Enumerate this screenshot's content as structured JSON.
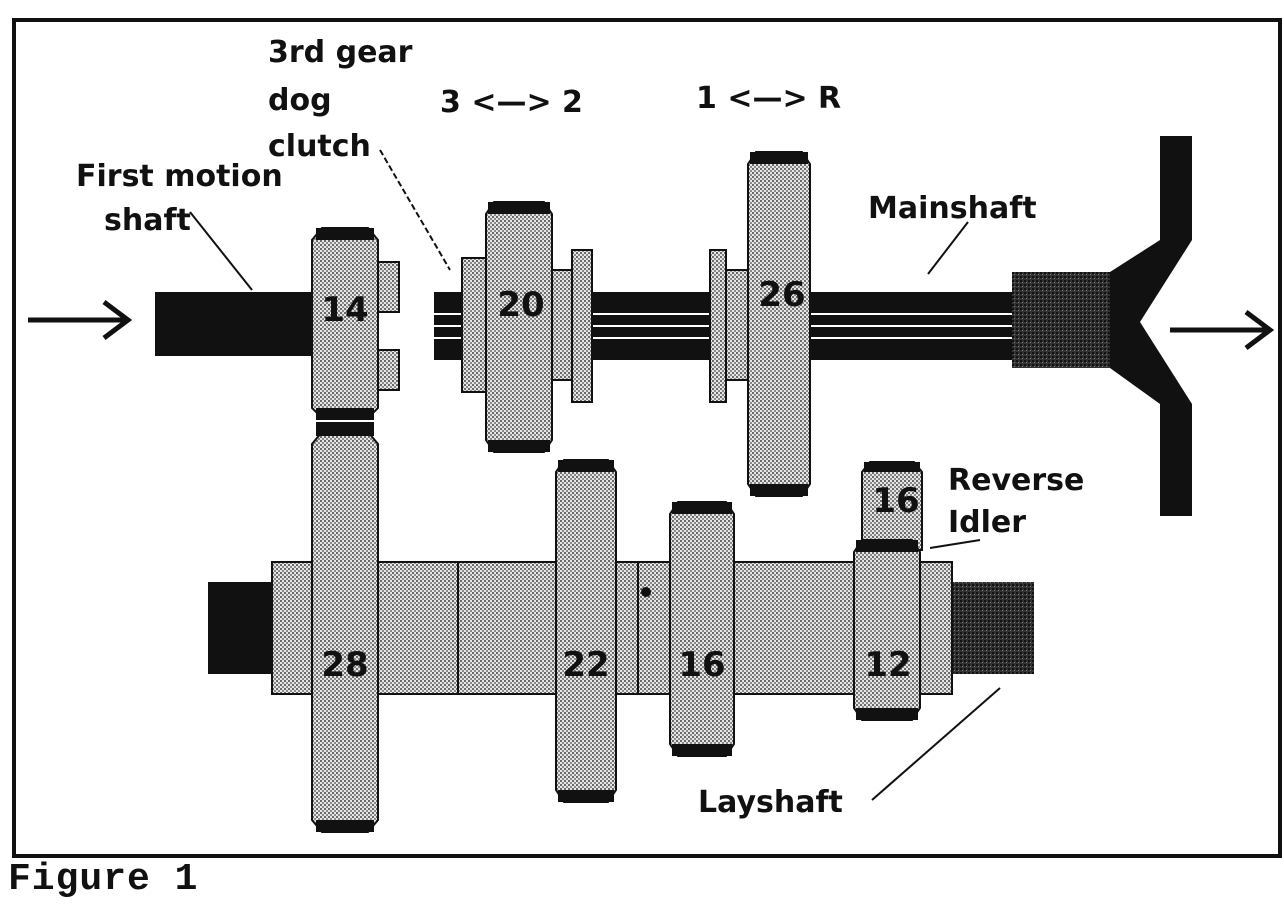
{
  "labels": {
    "third_gear_dog_clutch": [
      "3rd gear",
      "dog",
      "clutch"
    ],
    "first_motion_shaft": [
      "First motion",
      "shaft"
    ],
    "selector_3_2": "3 <—> 2",
    "selector_1_r": "1 <—> R",
    "mainshaft": "Mainshaft",
    "reverse_idler": [
      "Reverse",
      "Idler"
    ],
    "layshaft": "Layshaft"
  },
  "gear_teeth": {
    "first_motion_gear": "14",
    "mainshaft_2nd_gear": "20",
    "mainshaft_1st_gear": "26",
    "reverse_idler_gear": "16",
    "layshaft_constant_gear": "28",
    "layshaft_2nd_gear": "22",
    "layshaft_1st_gear": "16",
    "layshaft_reverse_gear": "12"
  },
  "caption": "Figure 1",
  "colors": {
    "ink": "#111111",
    "gear_fill": "#c4c4c4",
    "background": "#ffffff"
  }
}
